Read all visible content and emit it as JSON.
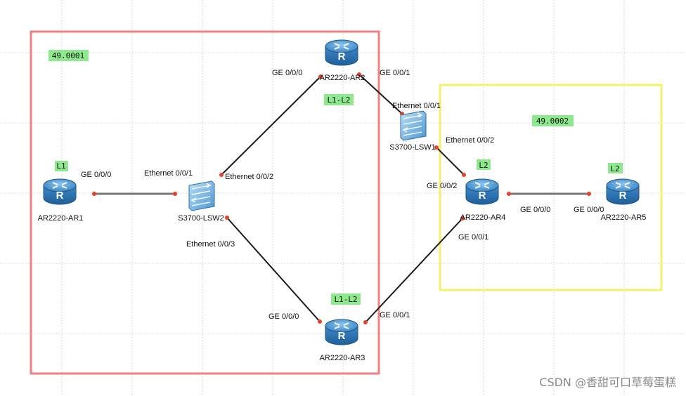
{
  "areas": [
    {
      "id": "area-49-0001",
      "label": "49.0001",
      "color": "#f08080"
    },
    {
      "id": "area-49-0002",
      "label": "49.0002",
      "color": "#f5f06a"
    }
  ],
  "devices": [
    {
      "id": "AR1",
      "type": "router",
      "label": "AR2220-AR1",
      "level": "L1"
    },
    {
      "id": "LSW2",
      "type": "switch",
      "label": "S3700-LSW2"
    },
    {
      "id": "AR2",
      "type": "router",
      "label": "AR2220-AR2",
      "level": "L1-L2"
    },
    {
      "id": "AR3",
      "type": "router",
      "label": "AR2220-AR3",
      "level": "L1-L2"
    },
    {
      "id": "LSW1",
      "type": "switch",
      "label": "S3700-LSW1"
    },
    {
      "id": "AR4",
      "type": "router",
      "label": "AR2220-AR4",
      "level": "L2"
    },
    {
      "id": "AR5",
      "type": "router",
      "label": "AR2220-AR5",
      "level": "L2"
    }
  ],
  "links": [
    {
      "a": "AR1",
      "a_port": "GE 0/0/0",
      "b": "LSW2",
      "b_port": "Ethernet 0/0/1"
    },
    {
      "a": "LSW2",
      "a_port": "Ethernet 0/0/2",
      "b": "AR2",
      "b_port": "GE 0/0/0"
    },
    {
      "a": "LSW2",
      "a_port": "Ethernet 0/0/3",
      "b": "AR3",
      "b_port": "GE 0/0/0"
    },
    {
      "a": "AR2",
      "a_port": "GE 0/0/1",
      "b": "LSW1",
      "b_port": "Ethernet 0/0/1"
    },
    {
      "a": "LSW1",
      "a_port": "Ethernet 0/0/2",
      "b": "AR4",
      "b_port": "GE 0/0/2"
    },
    {
      "a": "AR3",
      "a_port": "GE 0/0/1",
      "b": "AR4",
      "b_port": "GE 0/0/1"
    },
    {
      "a": "AR4",
      "a_port": "GE 0/0/0",
      "b": "AR5",
      "b_port": "GE 0/0/0"
    }
  ],
  "watermark": "CSDN @香甜可口草莓蛋糕"
}
